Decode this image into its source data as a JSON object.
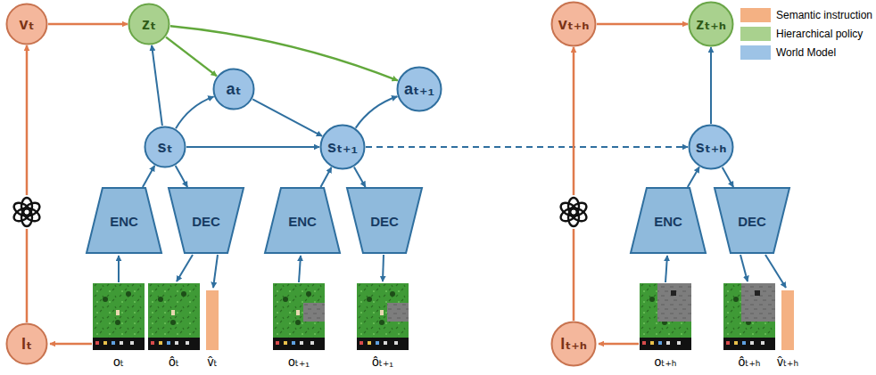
{
  "diagram": {
    "nodes": [
      {
        "text": [
          "vₜ"
        ]
      },
      {
        "text": [
          "zₜ"
        ]
      },
      {
        "text": [
          "aₜ"
        ]
      },
      {
        "text": [
          "aₜ₊₁"
        ]
      },
      {
        "text": [
          "vₜ₊ₕ"
        ]
      },
      {
        "text": [
          "zₜ₊ₕ"
        ]
      },
      {
        "text": [
          "sₜ"
        ]
      },
      {
        "text": [
          "sₜ₊₁"
        ]
      },
      {
        "text": [
          "sₜ₊ₕ"
        ]
      },
      {
        "text": [
          "ENC"
        ]
      },
      {
        "text": [
          "DEC"
        ]
      },
      {
        "text": [
          "ENC"
        ]
      },
      {
        "text": [
          "DEC"
        ]
      },
      {
        "text": [
          "ENC"
        ]
      },
      {
        "text": [
          "DEC"
        ]
      },
      {
        "text": [
          "lₜ"
        ]
      },
      {
        "text": [
          "lₜ₊ₕ"
        ]
      }
    ],
    "edges": [
      {
        "from": 15,
        "to": 0,
        "arrow": "to"
      },
      {
        "from": 0,
        "to": 1,
        "arrow": "to"
      },
      {
        "from": 6,
        "to": 1,
        "arrow": "to"
      },
      {
        "from": 1,
        "to": 2,
        "arrow": "to"
      },
      {
        "from": 1,
        "to": 3,
        "arrow": "to"
      },
      {
        "from": 6,
        "to": 2,
        "arrow": "to"
      },
      {
        "from": 6,
        "to": 7,
        "arrow": "to"
      },
      {
        "from": 2,
        "to": 7,
        "arrow": "to"
      },
      {
        "from": 7,
        "to": 3,
        "arrow": "to"
      },
      {
        "from": 7,
        "to": 8,
        "arrow": "to"
      },
      {
        "from": 8,
        "to": 5,
        "arrow": "to"
      },
      {
        "from": 4,
        "to": 5,
        "arrow": "to"
      },
      {
        "from": 16,
        "to": 4,
        "arrow": "to"
      },
      {
        "from": 9,
        "to": 6,
        "arrow": "to"
      },
      {
        "from": 6,
        "to": 10,
        "arrow": "to"
      },
      {
        "from": 11,
        "to": 7,
        "arrow": "to"
      },
      {
        "from": 7,
        "to": 12,
        "arrow": "to"
      },
      {
        "from": 13,
        "to": 8,
        "arrow": "to"
      },
      {
        "from": 8,
        "to": 14,
        "arrow": "to"
      }
    ],
    "labels": [
      "oₜ",
      "ôₜ",
      "v̂ₜ",
      "oₜ₊₁",
      "ôₜ₊₁",
      "oₜ₊ₕ",
      "ôₜ₊ₕ",
      "v̂ₜ₊ₕ"
    ],
    "legend": [
      {
        "text": "Semantic instruction",
        "color": "#f4b183"
      },
      {
        "text": "Hierarchical policy",
        "color": "#a9d18e"
      },
      {
        "text": "World Model",
        "color": "#9dc3e6"
      }
    ]
  }
}
